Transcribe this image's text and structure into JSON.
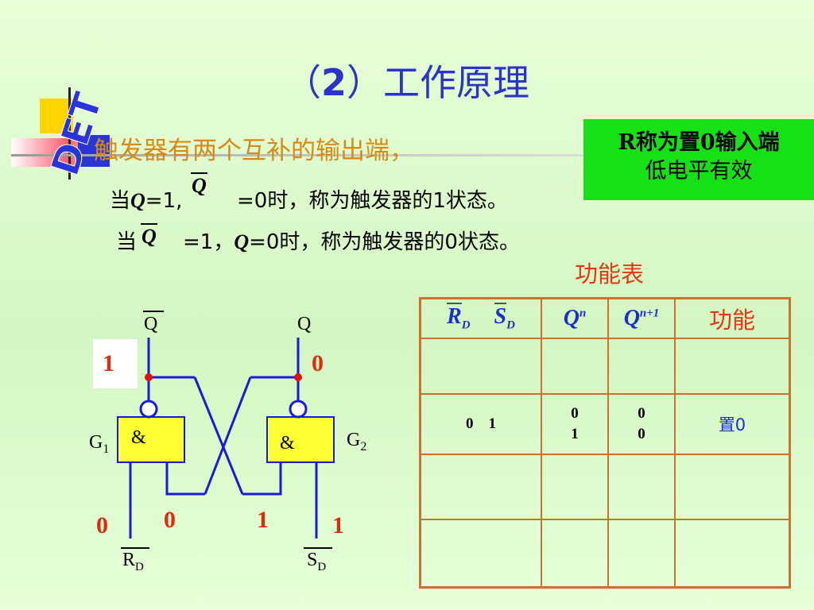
{
  "title": {
    "open_paren": "（",
    "number": "2",
    "close_paren": "）",
    "text": "工作原理"
  },
  "logo": {
    "text": "DET"
  },
  "subtitle": "触发器有两个互补的输出端，",
  "note": {
    "line1": "R称为置0输入端",
    "line2": "低电平有效"
  },
  "states": {
    "line1": {
      "prefix": "当",
      "var1": "Q",
      "eq1": "=1,",
      "var2": "Q",
      "rest": "=0时，称为触发器的1状态。"
    },
    "line2": {
      "prefix": "当",
      "var1": "Q",
      "eq1": "=1，",
      "var2": "Q",
      "rest": "=0时，称为触发器的0状态。"
    }
  },
  "table": {
    "title": "功能表",
    "headers": [
      {
        "main": "R",
        "sub": "D"
      },
      {
        "main": "S",
        "sub": "D"
      },
      {
        "main": "Q",
        "sup": "n"
      },
      {
        "main": "Q",
        "sup": "n+1"
      },
      {
        "main": "功能"
      }
    ],
    "rows": [
      {
        "rs": "",
        "qn": [
          "",
          ""
        ],
        "qn1": [
          "",
          ""
        ],
        "func": ""
      },
      {
        "rs": "0    1",
        "qn": [
          "0",
          "1"
        ],
        "qn1": [
          "0",
          "0"
        ],
        "func": "置0"
      },
      {
        "rs": "",
        "qn": [
          "",
          ""
        ],
        "qn1": [
          "",
          ""
        ],
        "func": ""
      },
      {
        "rs": "",
        "qn": [
          "",
          ""
        ],
        "qn1": [
          "",
          ""
        ],
        "func": ""
      }
    ]
  },
  "circuit": {
    "qbar_label": "Q",
    "q_label": "Q",
    "gate1_symbol": "&",
    "gate2_symbol": "&",
    "g1_label": {
      "main": "G",
      "sub": "1"
    },
    "g2_label": {
      "main": "G",
      "sub": "2"
    },
    "rd_label": {
      "main": "R",
      "sub": "D"
    },
    "sd_label": {
      "main": "S",
      "sub": "D"
    },
    "values": {
      "qbar_out": "1",
      "q_out": "0",
      "rd_in": "0",
      "g1_feedback_in": "0",
      "g2_feedback_in": "1",
      "sd_in": "1"
    },
    "colors": {
      "wire": "#1a1ad8",
      "gate_fill": "#ffff33",
      "node": "#e01010"
    }
  }
}
